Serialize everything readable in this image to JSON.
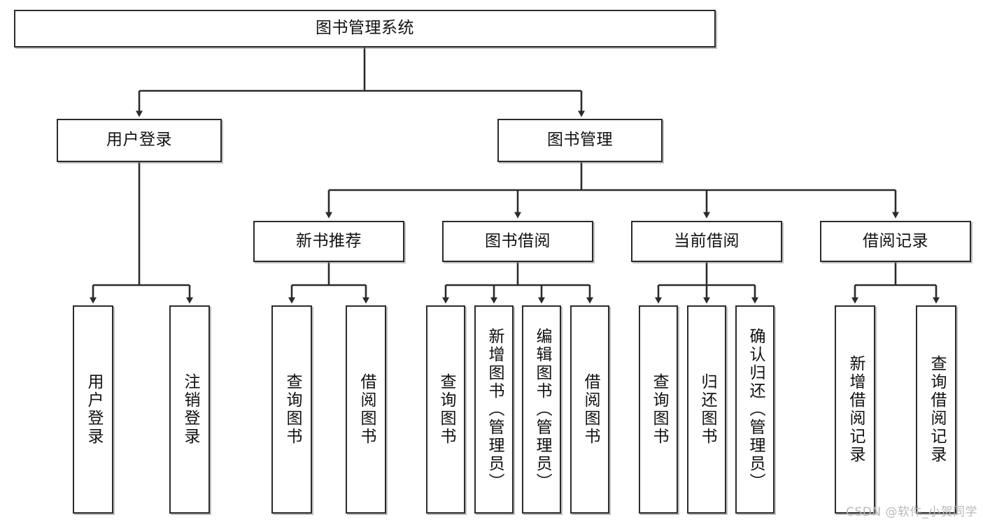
{
  "diagram": {
    "type": "tree",
    "title": "图书管理系统",
    "root": {
      "label": "图书管理系统"
    },
    "level2": [
      {
        "label": "用户登录"
      },
      {
        "label": "图书管理"
      }
    ],
    "level3": [
      {
        "label": "新书推荐"
      },
      {
        "label": "图书借阅"
      },
      {
        "label": "当前借阅"
      },
      {
        "label": "借阅记录"
      }
    ],
    "leaves": {
      "user_login": [
        {
          "label": "用户登录"
        },
        {
          "label": "注销登录"
        }
      ],
      "new_book_recommend": [
        {
          "label": "查询图书"
        },
        {
          "label": "借阅图书"
        }
      ],
      "book_borrow": [
        {
          "label": "查询图书"
        },
        {
          "label": "新增图书（管理员）"
        },
        {
          "label": "编辑图书（管理员）"
        },
        {
          "label": "借阅图书"
        }
      ],
      "current_borrow": [
        {
          "label": "查询图书"
        },
        {
          "label": "归还图书"
        },
        {
          "label": "确认归还（管理员）"
        }
      ],
      "borrow_record": [
        {
          "label": "新增借阅记录"
        },
        {
          "label": "查询借阅记录"
        }
      ]
    }
  },
  "watermark": {
    "text": "CSDN @软件_小贺同学"
  },
  "colors": {
    "border": "#2b2b2b",
    "background": "#ffffff",
    "text": "#111111",
    "watermark": "#b9b9b9"
  }
}
